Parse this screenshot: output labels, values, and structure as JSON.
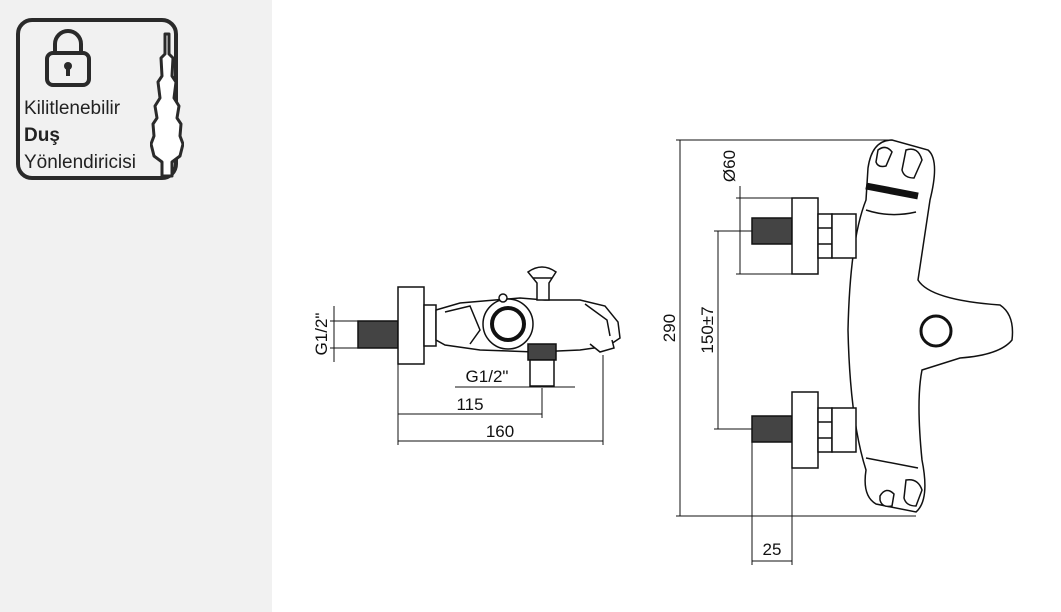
{
  "badge": {
    "line1": "Kilitlenebilir",
    "line2": "Duş",
    "line3": "Yönlendiricisi",
    "icons": [
      "lock-icon",
      "shower-handset-icon"
    ]
  },
  "drawing": {
    "side_view": {
      "inlet_thread": "G1/2\"",
      "outlet_thread": "G1/2\"",
      "dim_outlet_distance": "115",
      "dim_total_depth": "160"
    },
    "front_view": {
      "dim_height": "290",
      "dim_inlet_spacing": "150±7",
      "dim_diameter": "Ø60",
      "dim_inlet_length": "25"
    }
  }
}
